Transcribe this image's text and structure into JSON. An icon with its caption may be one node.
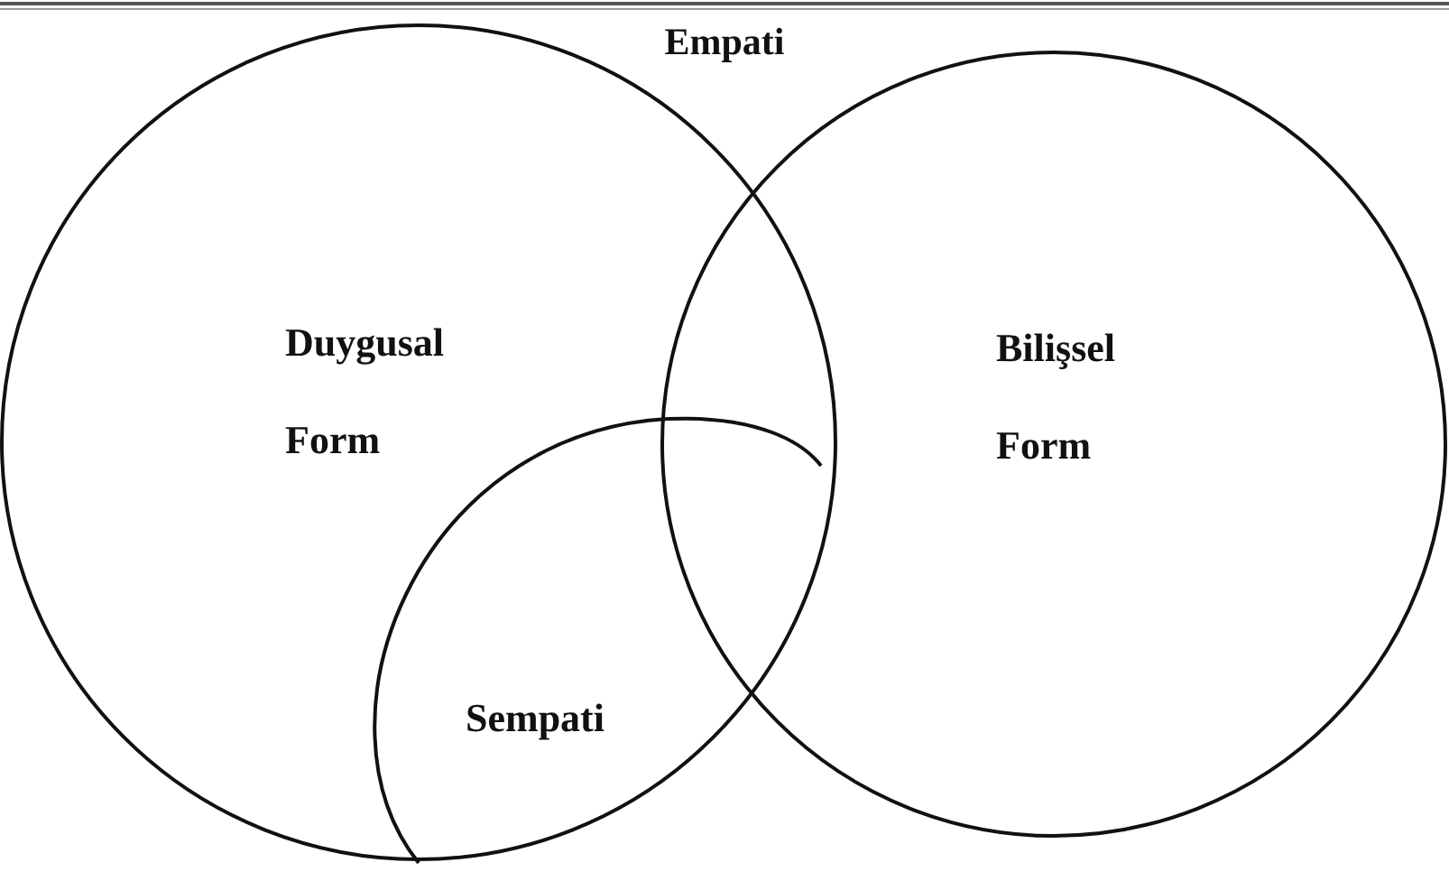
{
  "diagram": {
    "title": "Empati",
    "nodes": [
      {
        "text": [
          "Duygusal Form"
        ]
      },
      {
        "text": [
          "Bilişsel Form"
        ]
      },
      {
        "text": [
          "Sempati"
        ],
        "in": 0
      }
    ]
  }
}
